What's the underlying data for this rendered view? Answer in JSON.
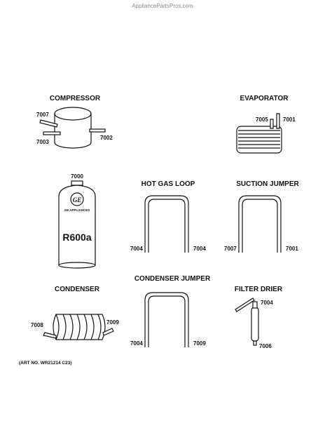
{
  "header": {
    "site": "AppliancePartsPros.com"
  },
  "footer": {
    "art_no": "(ART NO. WR21214 C23)"
  },
  "parts": {
    "compressor": {
      "title": "COMPRESSOR",
      "labels": [
        "7007",
        "7003",
        "7002"
      ]
    },
    "evaporator": {
      "title": "EVAPORATOR",
      "labels": [
        "7005",
        "7001"
      ]
    },
    "refrigerant": {
      "label": "7000",
      "brand": "GE APPLIANCES",
      "text": "R600a"
    },
    "hot_gas_loop": {
      "title": "HOT GAS LOOP",
      "labels": [
        "7004",
        "7004"
      ]
    },
    "suction_jumper": {
      "title": "SUCTION JUMPER",
      "labels": [
        "7007",
        "7001"
      ]
    },
    "condenser": {
      "title": "CONDENSER",
      "labels": [
        "7008",
        "7009"
      ]
    },
    "condenser_jumper": {
      "title": "CONDENSER JUMPER",
      "labels": [
        "7004",
        "7009"
      ]
    },
    "filter_drier": {
      "title": "FILTER DRIER",
      "labels": [
        "7004",
        "7006"
      ]
    }
  }
}
